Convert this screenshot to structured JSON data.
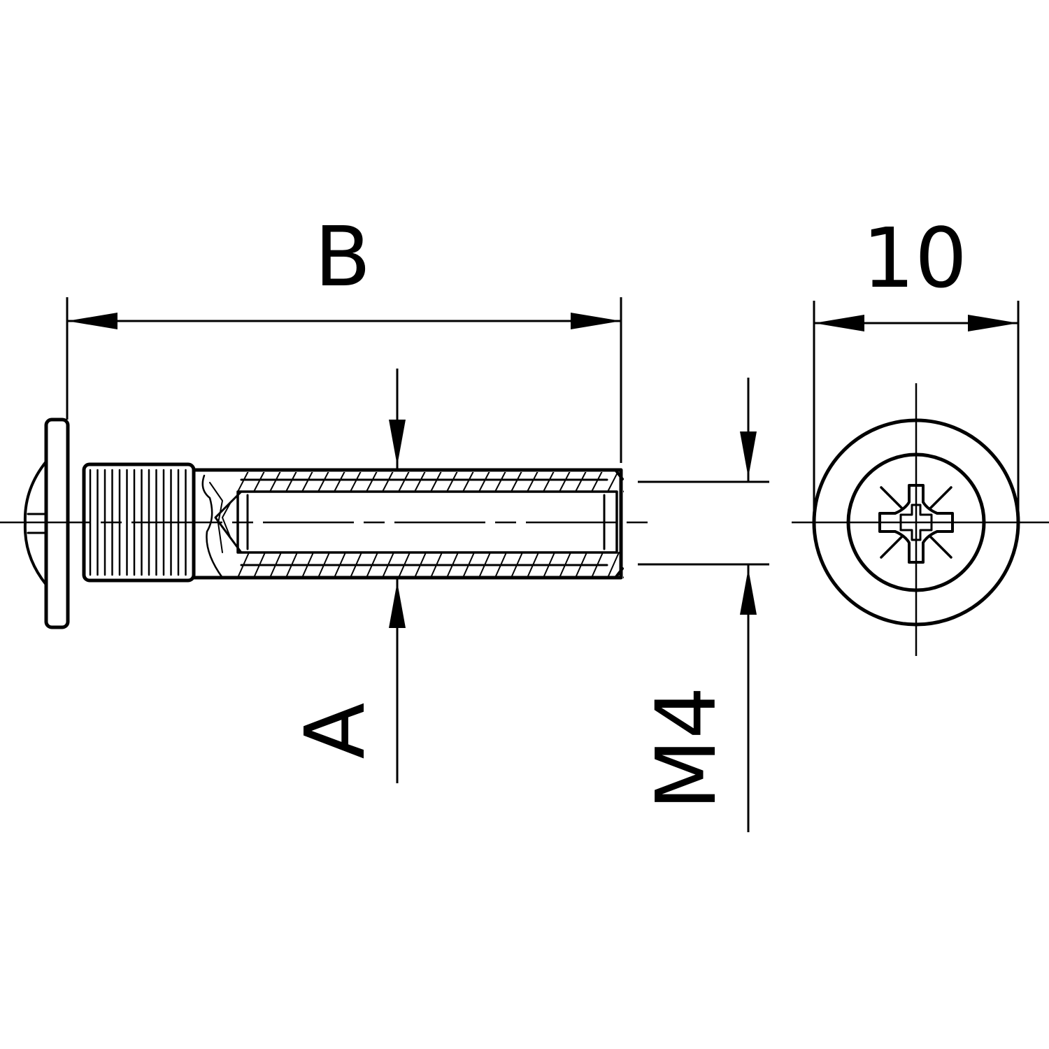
{
  "drawing": {
    "colors": {
      "line": "#000000",
      "background": "#ffffff"
    },
    "dimensions": {
      "length": "B",
      "shank_diameter": "A",
      "thread": "M4",
      "head_diameter": "10"
    }
  }
}
